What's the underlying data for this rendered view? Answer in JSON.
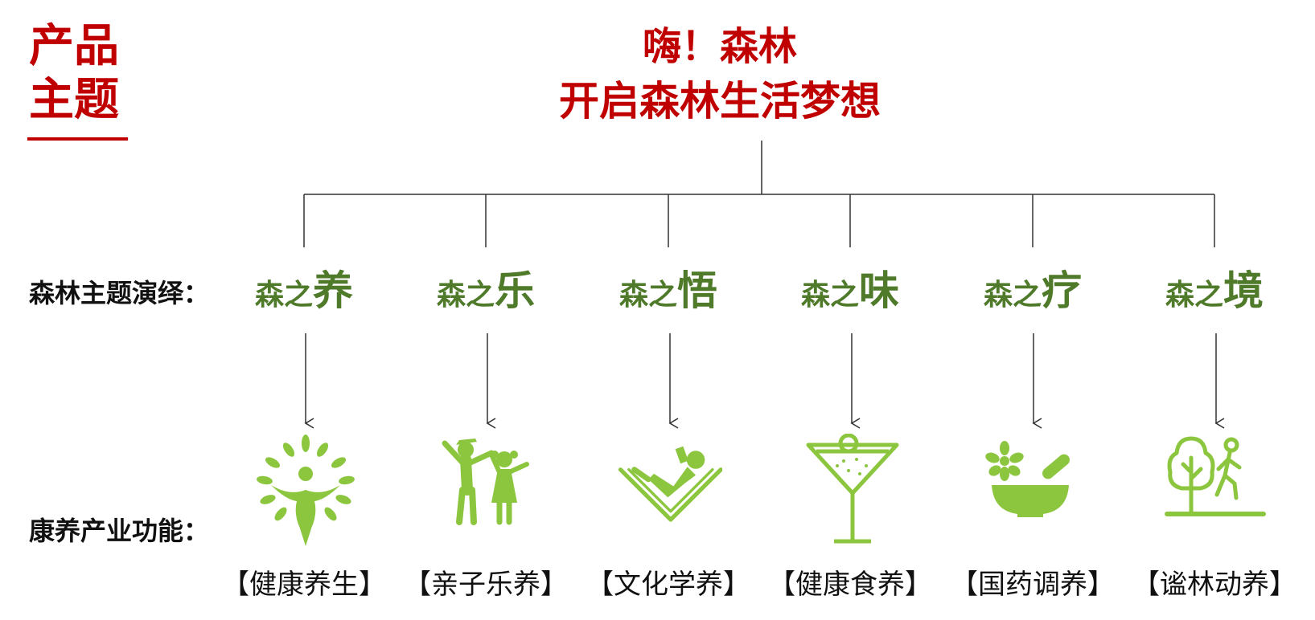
{
  "side_title": {
    "line1": "产品",
    "line2": "主题"
  },
  "main_title": {
    "line1": "嗨！森林",
    "line2": "开启森林生活梦想"
  },
  "labels": {
    "theme_row": "森林主题演绎：",
    "function_row": "康养产业功能："
  },
  "colors": {
    "title_red": "#c00000",
    "theme_green": "#4e7a2a",
    "icon_green": "#8cc63f",
    "line": "#333333"
  },
  "columns": [
    {
      "prefix": "森之",
      "theme": "养",
      "function": "【健康养生】",
      "icon": "tree-woman-icon"
    },
    {
      "prefix": "森之",
      "theme": "乐",
      "function": "【亲子乐养】",
      "icon": "parent-child-icon"
    },
    {
      "prefix": "森之",
      "theme": "悟",
      "function": "【文化学养】",
      "icon": "reading-person-icon"
    },
    {
      "prefix": "森之",
      "theme": "味",
      "function": "【健康食养】",
      "icon": "cocktail-glass-icon"
    },
    {
      "prefix": "森之",
      "theme": "疗",
      "function": "【国药调养】",
      "icon": "herb-mortar-icon"
    },
    {
      "prefix": "森之",
      "theme": "境",
      "function": "【谧林动养】",
      "icon": "tree-walker-icon"
    }
  ]
}
